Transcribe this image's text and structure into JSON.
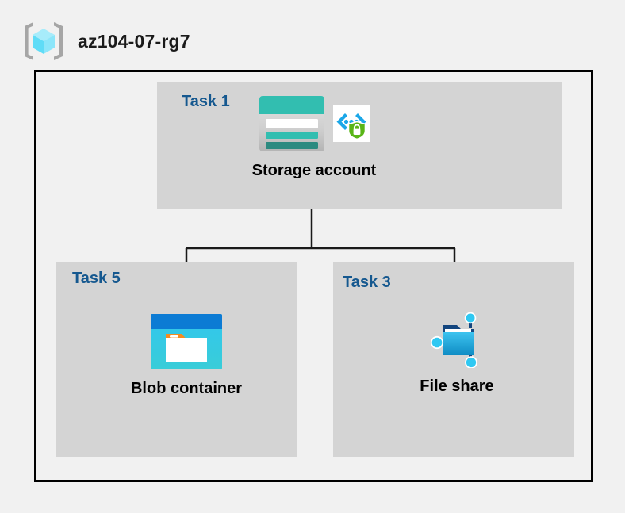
{
  "header": {
    "icon": "resource-group-icon",
    "title": "az104-07-rg7"
  },
  "boundary": {
    "name": "resource-group-boundary",
    "border_color": "#000000"
  },
  "panels": [
    {
      "id": "task1",
      "label": "Task 1",
      "background": "#d4d4d4",
      "node": {
        "caption": "Storage account",
        "icons": [
          "storage-account-icon",
          "secure-endpoint-icon"
        ]
      }
    },
    {
      "id": "task5",
      "label": "Task 5",
      "background": "#d4d4d4",
      "node": {
        "caption": "Blob container",
        "icons": [
          "blob-container-icon"
        ]
      }
    },
    {
      "id": "task3",
      "label": "Task 3",
      "background": "#d4d4d4",
      "node": {
        "caption": "File share",
        "icons": [
          "file-share-icon"
        ]
      }
    }
  ],
  "connectors": {
    "name": "hierarchy-connectors",
    "color": "#1a1a1a",
    "from": "Storage account",
    "to": [
      "Blob container",
      "File share"
    ]
  },
  "colors": {
    "page_background": "#f1f1f1",
    "panel_background": "#d4d4d4",
    "task_label": "#15588f",
    "caption": "#000000",
    "storage_teal": "#32beb0",
    "storage_teal_dark": "#2c8a80",
    "blob_blue": "#0c7bd4",
    "blob_cyan": "#31c6ef",
    "blob_orange": "#f68b1f",
    "fileshare_blue": "#2bb2e8",
    "fileshare_navy": "#13457e",
    "shield_green": "#59b517",
    "cube_cyan": "#7fe4f7",
    "bracket_gray": "#a6a6a6"
  }
}
